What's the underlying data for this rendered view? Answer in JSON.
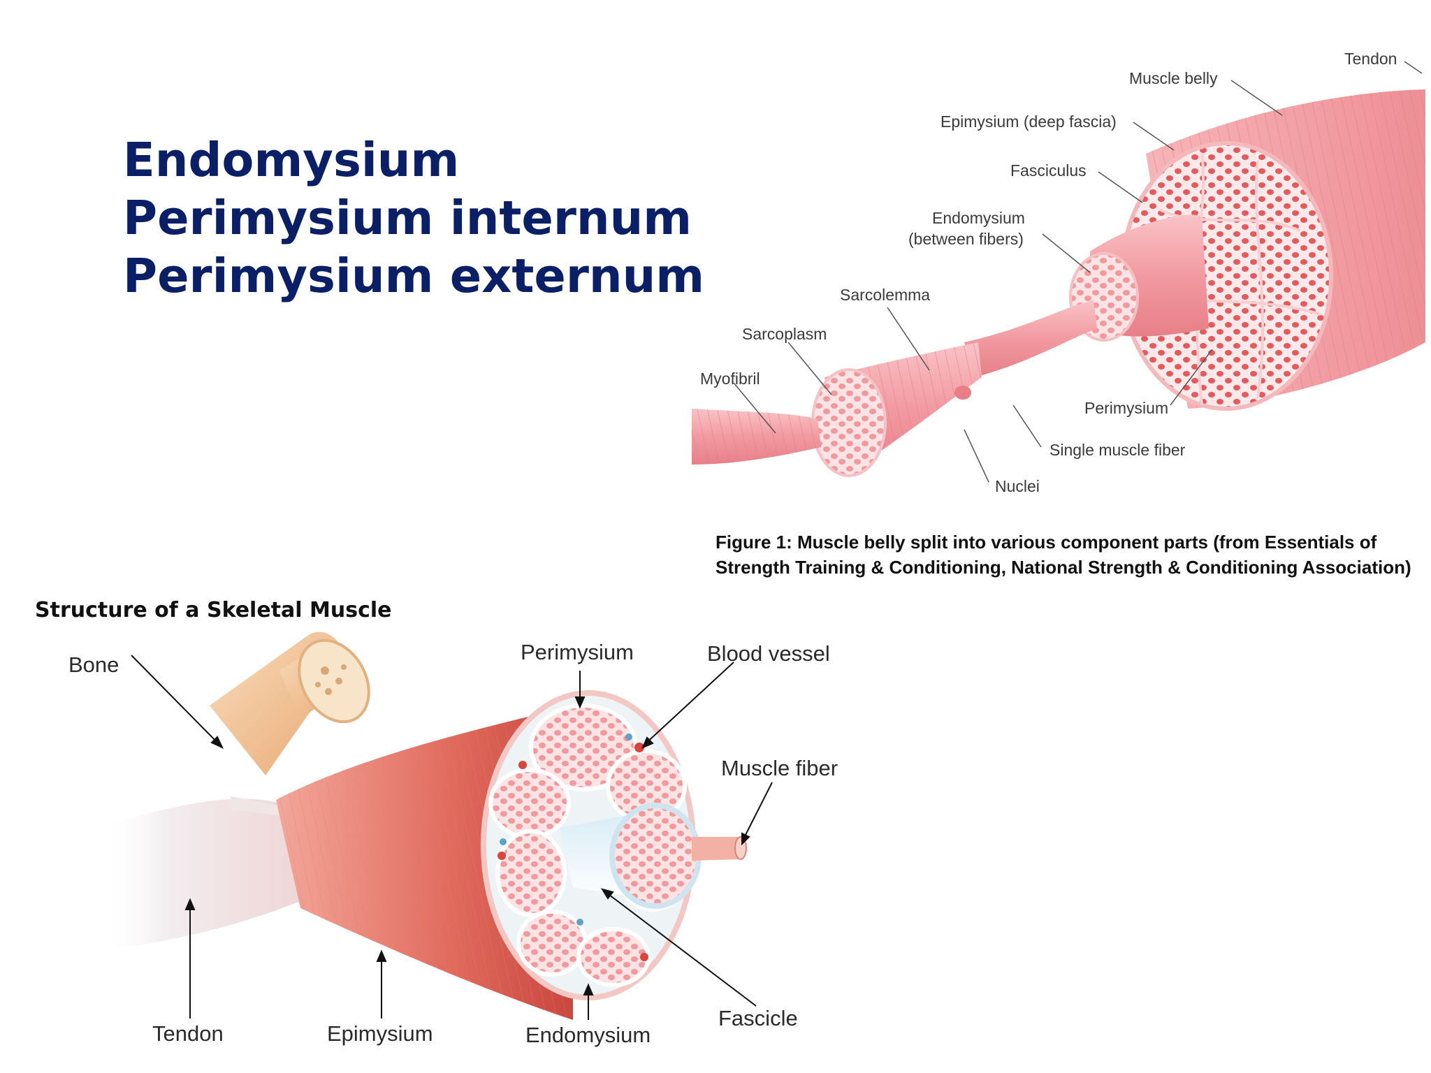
{
  "title_lines": [
    "Endomysium",
    "Perimysium internum",
    "Perimysium externum"
  ],
  "top_figure": {
    "labels": {
      "tendon": "Tendon",
      "muscle_belly": "Muscle belly",
      "epimysium": "Epimysium (deep fascia)",
      "fasciculus": "Fasciculus",
      "endomysium_1": "Endomysium",
      "endomysium_2": "(between fibers)",
      "sarcolemma": "Sarcolemma",
      "sarcoplasm": "Sarcoplasm",
      "myofibril": "Myofibril",
      "perimysium": "Perimysium",
      "single_fiber": "Single muscle fiber",
      "nuclei": "Nuclei"
    },
    "caption_line1": "Figure 1: Muscle belly split into various component parts (from Essentials of",
    "caption_line2": "Strength Training & Conditioning, National Strength & Conditioning Association)"
  },
  "bottom_figure": {
    "title": "Structure of a Skeletal Muscle",
    "labels": {
      "bone": "Bone",
      "perimysium": "Perimysium",
      "blood_vessel": "Blood vessel",
      "muscle_fiber": "Muscle fiber",
      "tendon": "Tendon",
      "epimysium": "Epimysium",
      "endomysium": "Endomysium",
      "fascicle": "Fascicle"
    }
  },
  "colors": {
    "title": "#0b1f66",
    "muscle_light": "#f6a9ae",
    "muscle_dark": "#d9534f",
    "bone": "#f2c79a",
    "tendon": "#f4f1f1"
  }
}
